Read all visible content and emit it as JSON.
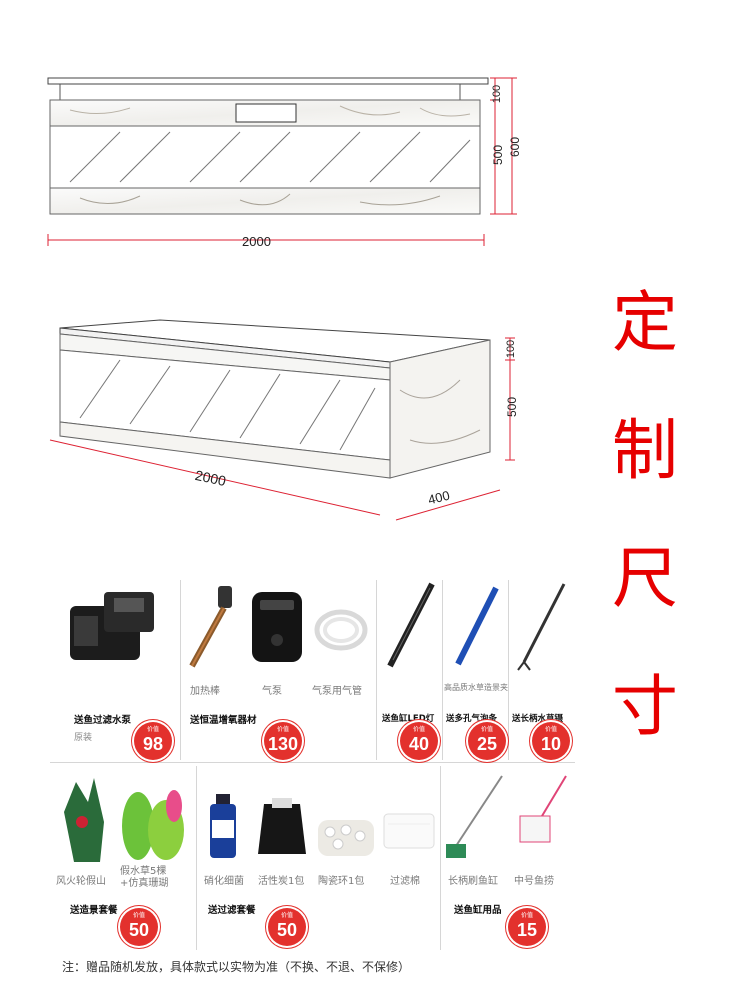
{
  "title_chars": [
    "定",
    "制",
    "尺",
    "寸"
  ],
  "front_view": {
    "width": "2000",
    "top_height": "100",
    "glass_height": "500",
    "total_height": "600"
  },
  "perspective_view": {
    "length": "2000",
    "depth": "400",
    "top_height": "100",
    "glass_height": "500"
  },
  "accessories": [
    {
      "group": "filter",
      "items": [
        "原装"
      ],
      "subtitle": "送鱼过滤水泵",
      "price_tag": "价值",
      "price": "98"
    },
    {
      "group": "heater",
      "items": [
        "加热棒",
        "气泵",
        "气泵用气管"
      ],
      "subtitle": "送恒温增氧器材",
      "price_tag": "价值",
      "price": "130"
    },
    {
      "group": "led",
      "items": [],
      "subtitle": "送鱼缸LED灯",
      "price_tag": "价值",
      "price": "40"
    },
    {
      "group": "airstone",
      "items": [
        "高品质水草造景夹"
      ],
      "subtitle": "送多孔气泡条",
      "price_tag": "价值",
      "price": "25"
    },
    {
      "group": "plant-clip",
      "items": [],
      "subtitle": "送长柄水草镊",
      "price_tag": "价值",
      "price": "10"
    },
    {
      "group": "decor",
      "items": [
        "风火轮假山",
        "假水草5棵\n+仿真珊瑚"
      ],
      "subtitle": "送造景套餐",
      "price_tag": "价值",
      "price": "50"
    },
    {
      "group": "filter-media",
      "items": [
        "硝化细菌",
        "活性炭1包",
        "陶瓷环1包",
        "过滤棉"
      ],
      "subtitle": "送过滤套餐",
      "price_tag": "价值",
      "price": "50"
    },
    {
      "group": "cleaning",
      "items": [
        "长柄刷鱼缸",
        "中号鱼捞"
      ],
      "subtitle": "送鱼缸用品",
      "price_tag": "价值",
      "price": "15"
    }
  ],
  "footer_note": "注：赠品随机发放，具体款式以实物为准（不换、不退、不保修）",
  "colors": {
    "accent": "#e60000",
    "badge": "#e3312d"
  }
}
